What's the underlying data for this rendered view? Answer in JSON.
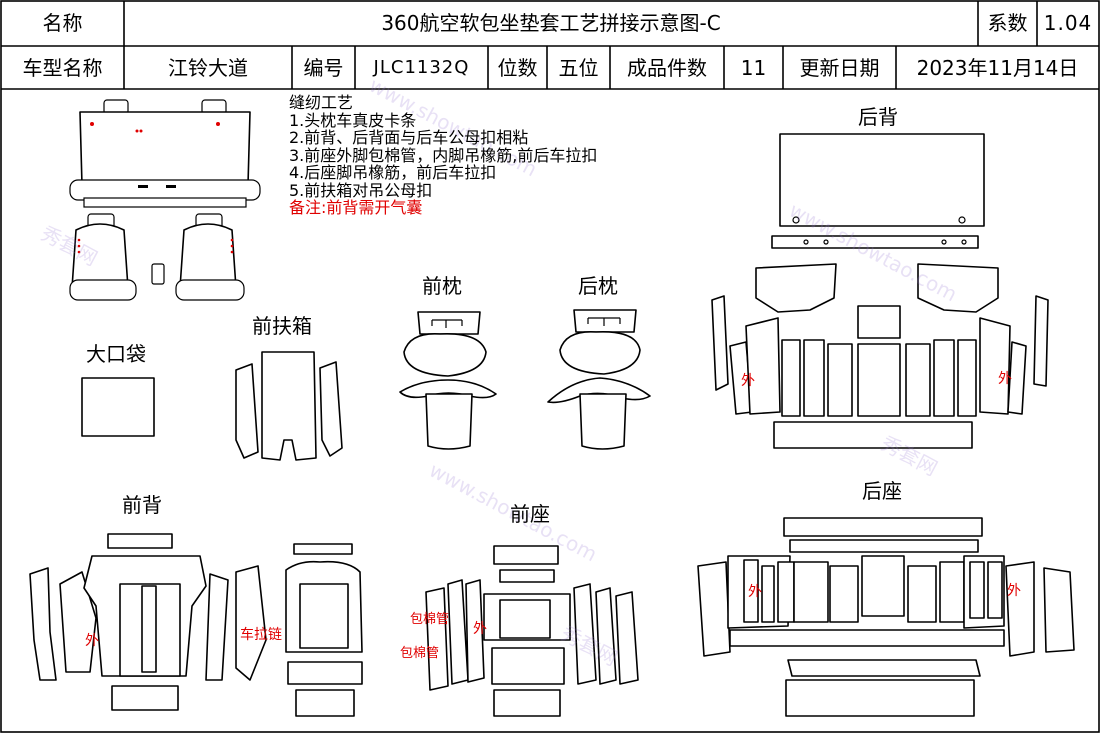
{
  "header": {
    "name_label": "名称",
    "title": "360航空软包坐垫套工艺拼接示意图-C",
    "coef_label": "系数",
    "coef_value": "1.04",
    "model_label": "车型名称",
    "model_value": "江铃大道",
    "code_label": "编号",
    "code_value": "JLC1132Q",
    "seats_label": "位数",
    "seats_value": "五位",
    "pieces_label": "成品件数",
    "pieces_value": "11",
    "update_label": "更新日期",
    "update_value": "2023年11月14日"
  },
  "craft": {
    "heading": "缝纫工艺",
    "steps": [
      "1.头枕车真皮卡条",
      "2.前背、后背面与后车公母扣相粘",
      "3.前座外脚包棉管，内脚吊橡筋,前后车拉扣",
      "4.后座脚吊橡筋，前后车拉扣",
      "5.前扶箱对吊公母扣"
    ],
    "note": "备注:前背需开气囊"
  },
  "sections": {
    "rear_back": "后背",
    "front_head": "前枕",
    "rear_head": "后枕",
    "front_armrest": "前扶箱",
    "big_bag": "大口袋",
    "front_back": "前背",
    "front_seat": "前座",
    "rear_seat": "后座"
  },
  "annotations": {
    "outer": "外",
    "car_zipper": "车拉链",
    "cotton_pipe": "包棉管"
  },
  "watermark": {
    "cn": "秀套网",
    "url": "www.showtao.com"
  },
  "colors": {
    "line": "#000000",
    "note_red": "#e00000"
  }
}
